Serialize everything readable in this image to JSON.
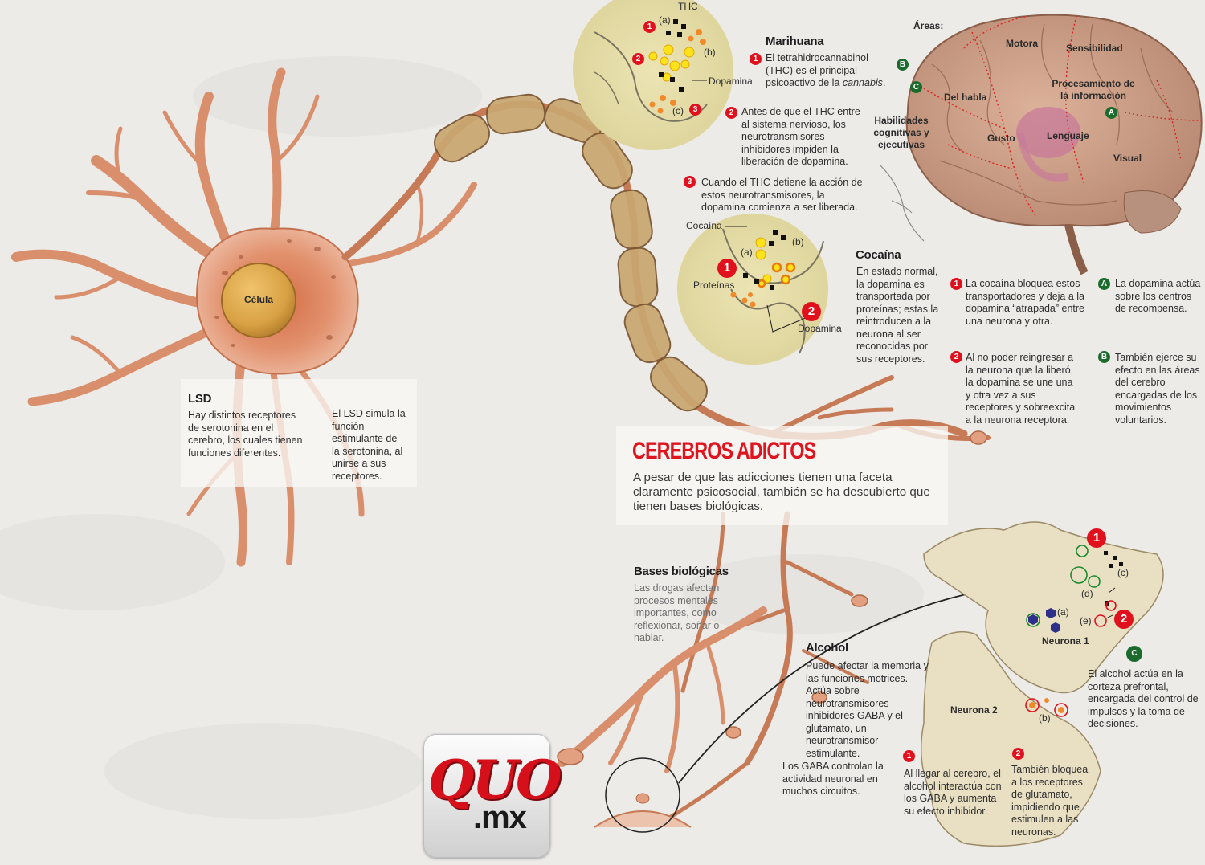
{
  "title": "CEREBROS ADICTOS",
  "intro": "A pesar de que las adicciones tienen una faceta claramente psicosocial, también se ha descubierto que tienen bases biológicas.",
  "cell_label": "Célula",
  "lsd": {
    "heading": "LSD",
    "text_1": "Hay distintos receptores de serotonina en el cerebro, los cuales tienen funciones diferentes.",
    "text_2": "El LSD simula la función estimulante de la serotonina, al unirse a sus receptores."
  },
  "marihuana": {
    "thc_label": "THC",
    "label_a": "(a)",
    "label_b": "(b)",
    "label_c": "(c)",
    "dopamina_label": "Dopamina",
    "heading": "Marihuana",
    "step_1_pre": "El tetrahidrocannabinol (THC) es el principal psicoactivo de la ",
    "step_1_em": "cannabis",
    "step_1_post": ".",
    "step_2": "Antes de que el THC entre al sistema nervioso, los neurotransmisores inhibidores impiden la liberación de dopamina.",
    "step_3": "Cuando el THC detiene la acción de estos neurotransmisores, la dopamina comienza a ser liberada."
  },
  "cocaina": {
    "cocaina_label": "Cocaína",
    "label_a": "(a)",
    "label_b": "(b)",
    "proteinas_label": "Proteínas",
    "dopamina_label": "Dopamina",
    "heading": "Cocaína",
    "intro": "En estado normal, la dopamina es transportada por proteínas; estas la reintroducen a la neurona al ser reconocidas por sus receptores.",
    "step_1": "La cocaína bloquea estos transportadores y deja a la dopamina “atrapada” entre una neurona y otra.",
    "step_2": "Al no poder reingresar a la neurona que la liberó, la dopamina se une una y otra vez a sus receptores y sobreexcita a la neurona receptora.",
    "step_a": "La dopamina actúa sobre los centros de recompensa.",
    "step_b": "También ejerce su efecto en las áreas del cerebro encargadas de los movimientos voluntarios."
  },
  "brain": {
    "areas_label": "Áreas:",
    "motora": "Motora",
    "sensibilidad": "Sensibilidad",
    "procesamiento": "Procesamiento de la información",
    "del_habla": "Del habla",
    "habilidades": "Habilidades cognitivas y ejecutivas",
    "gusto": "Gusto",
    "lenguaje": "Lenguaje",
    "visual": "Visual",
    "marker_a": "A",
    "marker_b": "B",
    "marker_c": "C"
  },
  "bases": {
    "heading": "Bases biológicas",
    "text": "Las drogas afectan procesos mentales importantes, como reflexionar, soñar o hablar."
  },
  "alcohol": {
    "heading": "Alcohol",
    "text_1": "Puede afectar la memoria y las funciones motrices. Actúa sobre neurotransmisores inhibidores GABA y el glutamato, un neurotransmisor estimulante.",
    "text_2": "Los GABA controlan la actividad neuronal en muchos circuitos.",
    "step_1": "Al llegar al cerebro, el alcohol interactúa con los GABA y aumenta su efecto inhibidor.",
    "step_2": "También bloquea a los receptores de glutamato, impidiendo que estimulen a las neuronas.",
    "step_c": "El alcohol actúa en la corteza prefrontal, encargada del control de impulsos y la toma de decisiones.",
    "neurona_1": "Neurona 1",
    "neurona_2": "Neurona 2",
    "label_a": "(a)",
    "label_b": "(b)",
    "label_c": "(c)",
    "label_d": "(d)",
    "label_e": "(e)"
  },
  "badges": {
    "one": "1",
    "two": "2",
    "three": "3",
    "a": "A",
    "b": "B",
    "c": "C"
  },
  "logo": {
    "quo": "QUO",
    "mx": ".mx"
  },
  "colors": {
    "accent_red": "#e0101c",
    "badge_green": "#1b6b2c",
    "neuron_fill": "#e3a081",
    "nucleus": "#d39a3b",
    "myelin": "#c9a770"
  }
}
